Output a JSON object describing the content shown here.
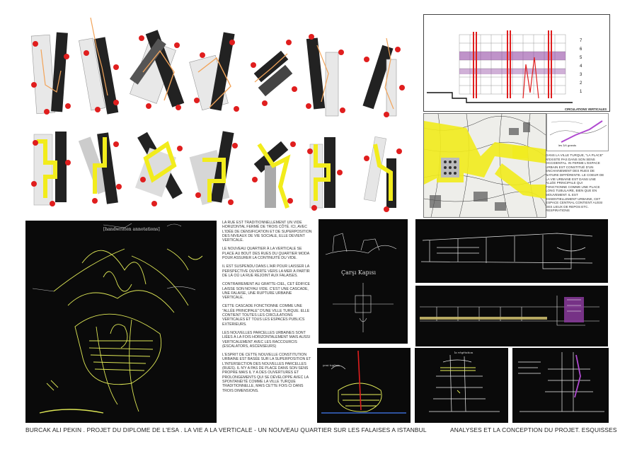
{
  "section_chart": {
    "floor_numbers": [
      "7",
      "6",
      "5",
      "4",
      "3",
      "2",
      "1"
    ],
    "caption": "CIRCULATIONS VERTICALES"
  },
  "map_note": "les 3/4 grands",
  "side_text": "DANS LA VILLE TURQUE, \"LA PLACE\" N'EXISTE PAS DANS SON SENS OCCIDENTAL. IN FERME L'ESPACE URBAIN EST CONSTITUÉ D'UN ENCHAINEMENT DES RUES DE NATURE DIFFÉRENTE. LE COEUR DE LA VIE URBAINE EST DANS UNE ALLÉE PRINCIPALE QUI FONCTIONNE COMME UNE PLACE LONG TUBULAIRE, BIEN QUE EN MOUVEMENT. IL EST ESSENTIELLEMENT URBAINE, CET ESPACE CENTRAL CONTIENT AUSSI DES LIEUX DE REPOS ETC. RESPIRATIONS",
  "text_block": [
    "LA RUE EST TRADITIONNELLEMENT UN VIDE HORIZONTAL FERMÉ DE TROIS CÔTÉ. ICI, AVEC L'IDÉE DE DENSIFICATION ET DE SUPERPOSITION DES NIVEAUX DE VIE SOCIALE, ELLE DEVIENT VERTICALE.",
    "LE NOUVEAU QUARTIER À LA VERTICALE SE PLACE AU BOUT DES RUES DU QUARTIER MODA POUR ASSURER LA CONTINUITÉ DU VIDE.",
    "IL EST SUSPENDU DANS L'AIR POUR LAISSER LA PERSPECTIVE OUVERTE VERS LA MER À PARTIR DE LÀ OÙ LA RUE REJOINT AUX FALAISES.",
    "CONTRAIREMENT AU GRATTE-CIEL, CET ÉDIFICE LAISSE SON NOYAU VIDE. C'EST UNE CASCADE, UNE FALAISE, UNE RUPTURE URBAINE VERTICALE.",
    "CETTE CASCADE FONCTIONNE COMME UNE \"ALLÉE PRINCIPALE\" D'UNE VILLE TURQUE. ELLE CONTIENT TOUTES LES CIRCULATIONS VERTICALES ET TOUS LES ESPACES PUBLICS EXTÉRIEURS.",
    "LES NOUVELLES PARCELLES URBAINES SONT LIÉES À LA FOIS HORIZONTALEMENT MAIS AUSSI VERTICALEMENT AVEC LES RACCOURCIS (ESCALATORS, ASCENSEURS)",
    "L'ESPRIT DE CETTE NOUVELLE CONSTITUTION URBAINE EST BASÉE SUR LA SUPERPOSITION ET L'INTERSECTION DES NOUVELLES PARCELLES (RUES). IL N'Y A PAS DE PLACE DANS SON SENS PROPRE MAIS IL Y A DES OUVERTURES ET PROLONGEMENTS QUI SE DÉVELOPPE AVEC LA SPONTANÉITÉ COMME LA VILLE TURQUE TRADITIONNELLE, MAIS CETTE FOIS CI DANS TROIS DIMENSIONS."
  ],
  "sketch_labels": {
    "big_sketch": "[handwritten annotations]",
    "carsi_kapisi": "Çarşı Kapısı",
    "mid_note": "yeni toplum",
    "lower_note": "la végétation"
  },
  "footer": {
    "left": "BURCAK ALI PEKIN . PROJET DU DIPLOME DE L'ESA . LA VIE A LA VERTICALE - UN NOUVEAU QUARTIER SUR LES FALAISES A ISTANBUL",
    "right": "ANALYSES ET LA CONCEPTION DU PROJET. ESQUISSES"
  },
  "colors": {
    "accent_red": "#e01e1e",
    "accent_yellow": "#f2ec1c",
    "accent_purple": "#8a3a9c",
    "sketch_yellow": "#e9f25a",
    "panel_black": "#0a0a0a"
  }
}
